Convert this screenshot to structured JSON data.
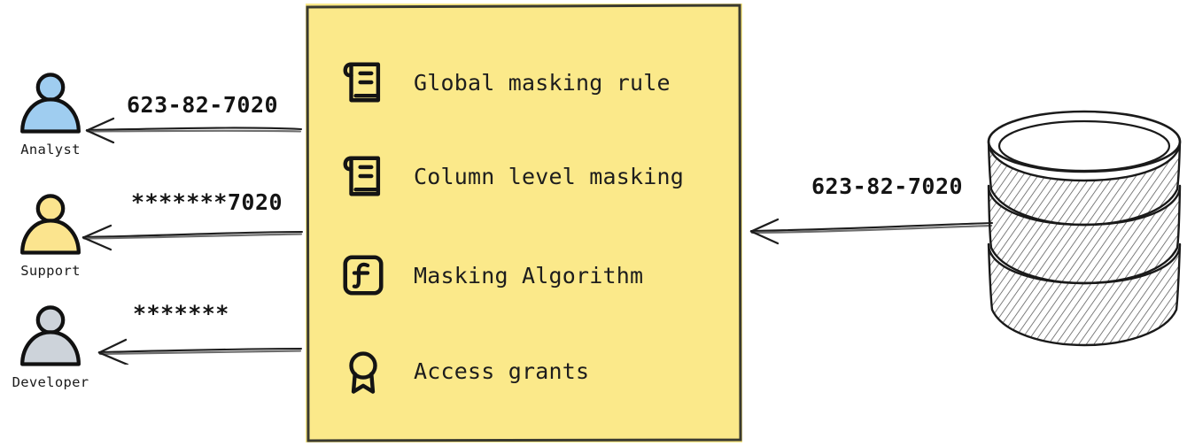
{
  "diagram": {
    "type": "data-masking-flow",
    "background_color": "#ffffff",
    "panel_color": "#FBE98A",
    "actors": [
      {
        "id": "analyst",
        "label": "Analyst",
        "icon": "person-icon",
        "color": "#9FCDF0",
        "arrow_label": "623-82-7020",
        "masking": "none"
      },
      {
        "id": "support",
        "label": "Support",
        "icon": "person-icon",
        "color": "#FBE48E",
        "arrow_label": "*******7020",
        "masking": "partial"
      },
      {
        "id": "developer",
        "label": "Developer",
        "icon": "person-icon",
        "color": "#CDD3DA",
        "arrow_label": "*******",
        "masking": "full"
      }
    ],
    "panel": {
      "name": "masking-policy-panel",
      "items": [
        {
          "icon": "scroll-icon",
          "label": "Global masking rule"
        },
        {
          "icon": "scroll-icon",
          "label": "Column level masking"
        },
        {
          "icon": "function-icon",
          "label": "Masking Algorithm"
        },
        {
          "icon": "award-icon",
          "label": "Access grants"
        }
      ]
    },
    "source": {
      "name": "database-cylinder",
      "icon": "database-icon",
      "arrow_label": "623-82-7020"
    }
  }
}
